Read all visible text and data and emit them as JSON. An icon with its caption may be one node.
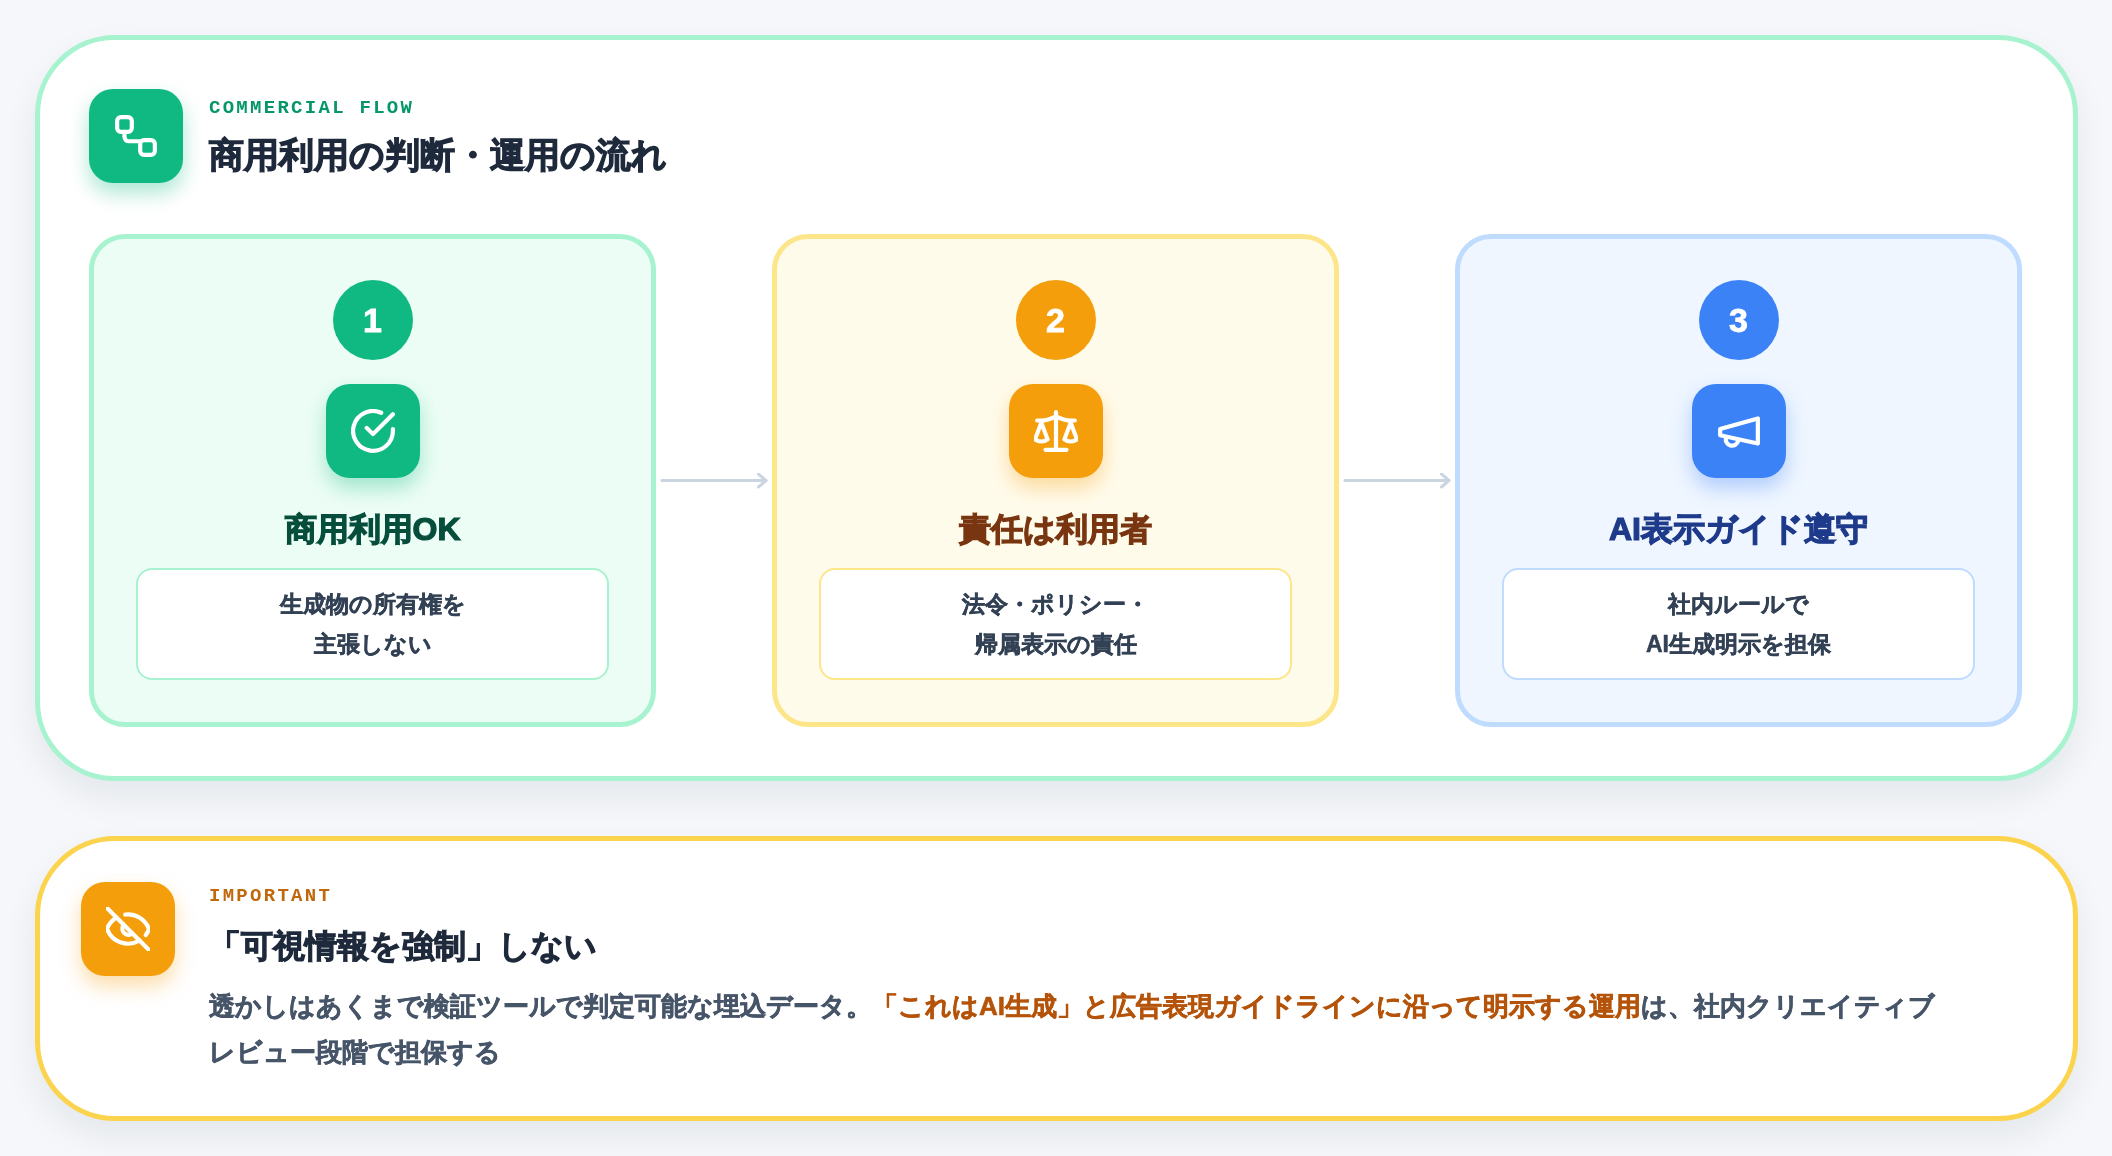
{
  "diagram": {
    "nodes": [
      {
        "text": [
          "COMMERCIAL FLOW",
          "商用利用の判断・運用の流れ"
        ]
      },
      {
        "text": [
          "商用利用OK"
        ],
        "in": 0
      },
      {
        "text": [
          "1"
        ],
        "in": 1
      },
      {
        "text": [
          "生成物の所有権を主張しない"
        ],
        "in": 1
      },
      {
        "text": [
          "責任は利用者"
        ],
        "in": 0
      },
      {
        "text": [
          "2"
        ],
        "in": 4
      },
      {
        "text": [
          "法令・ポリシー・帰属表示の責任"
        ],
        "in": 4
      },
      {
        "text": [
          "AI表示ガイド遵守"
        ],
        "in": 0
      },
      {
        "text": [
          "3"
        ],
        "in": 7
      },
      {
        "text": [
          "社内ルールでAI生成明示を担保"
        ],
        "in": 7
      },
      {
        "text": [
          "IMPORTANT",
          "「可視情報を強制」しない",
          "透かしはあくまで検証ツールで判定可能な埋込データ。**「これはAI生成」と広告表現ガイドラインに沿って明示する運用**は、社内クリエイティブレビュー段階で担保する"
        ]
      }
    ],
    "edges": [
      {
        "from": 1,
        "to": 4,
        "arrow": "to"
      },
      {
        "from": 4,
        "to": 7,
        "arrow": "to"
      }
    ]
  }
}
